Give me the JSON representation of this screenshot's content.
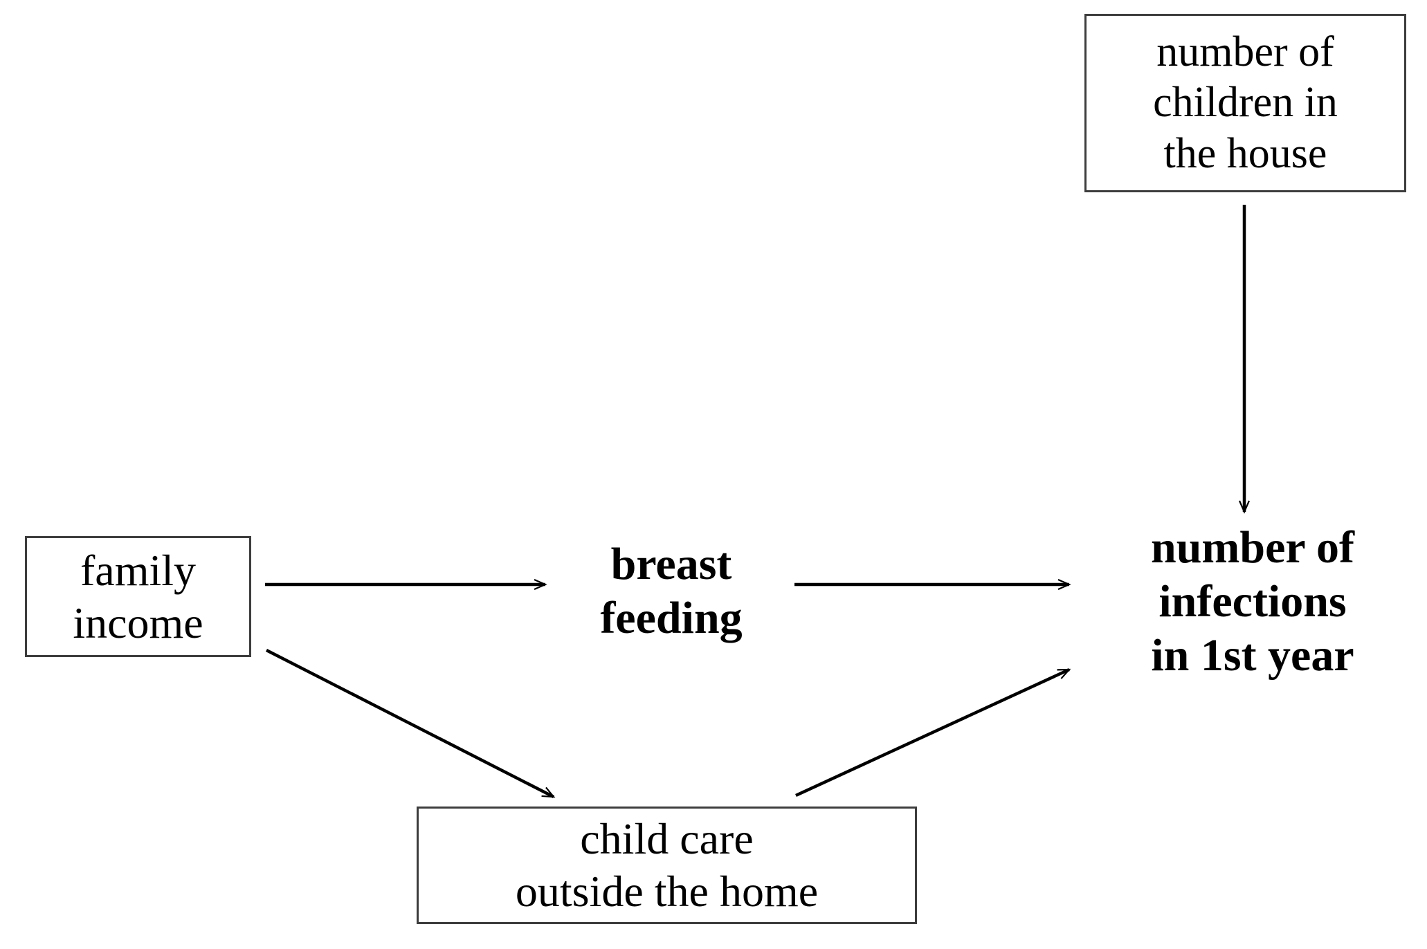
{
  "diagram": {
    "type": "causal-path-diagram",
    "background_color": "#ffffff",
    "line_color": "#000000",
    "box_border_color": "#3d3d3d",
    "nodes": [
      {
        "id": "family-income",
        "label": "family\ninco",
        "text": "family\nincome",
        "boxed": true,
        "bold": false
      },
      {
        "id": "breast-feeding",
        "text": "breast\nfeeding",
        "boxed": false,
        "bold": true
      },
      {
        "id": "child-care",
        "text": "child care\noutside the home",
        "boxed": true,
        "bold": false
      },
      {
        "id": "children-in-house",
        "text": "number of\nchildren in\nthe house",
        "boxed": true,
        "bold": false
      },
      {
        "id": "infections",
        "text": "number of\ninfections\nin 1st year",
        "boxed": false,
        "bold": true
      }
    ],
    "edges": [
      {
        "id": "edge-income-to-breastfeeding",
        "from": "family-income",
        "to": "breast-feeding",
        "arrowhead": "open-v"
      },
      {
        "id": "edge-breastfeeding-to-infections",
        "from": "breast-feeding",
        "to": "infections",
        "arrowhead": "open-v"
      },
      {
        "id": "edge-income-to-childcare",
        "from": "family-income",
        "to": "child-care",
        "arrowhead": "open-v"
      },
      {
        "id": "edge-childcare-to-infections",
        "from": "child-care",
        "to": "infections",
        "arrowhead": "open-v"
      },
      {
        "id": "edge-children-to-infections",
        "from": "children-in-house",
        "to": "infections",
        "arrowhead": "open-v"
      }
    ]
  }
}
